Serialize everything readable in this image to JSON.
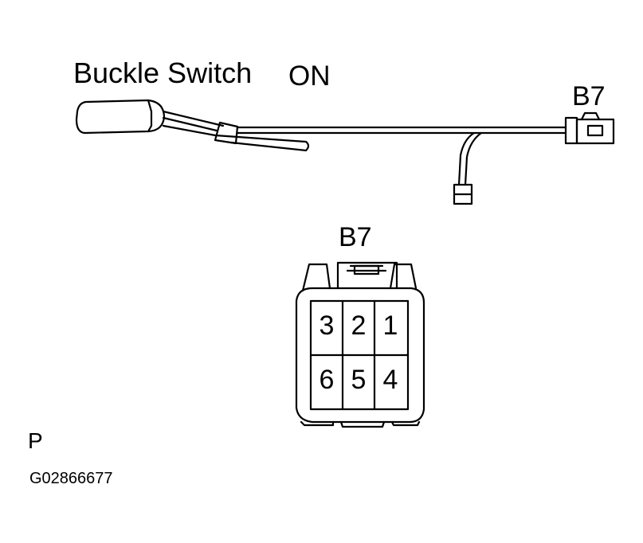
{
  "labels": {
    "title": "Buckle Switch",
    "state": "ON",
    "connector_top": "B7",
    "connector_detail": "B7",
    "view_code": "P",
    "figure_id": "G02866677"
  },
  "connector": {
    "pins_row1": [
      "3",
      "2",
      "1"
    ],
    "pins_row2": [
      "6",
      "5",
      "4"
    ]
  }
}
